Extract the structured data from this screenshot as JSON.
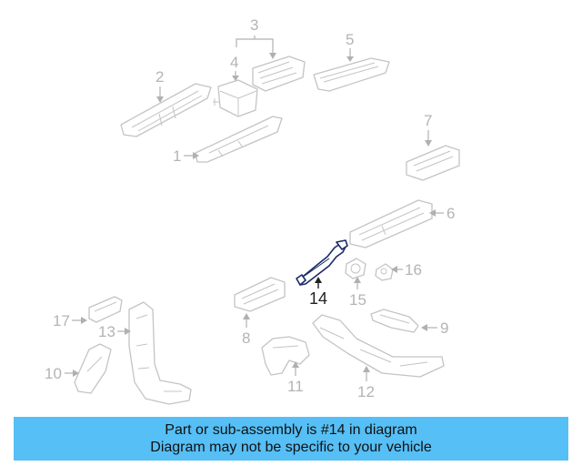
{
  "callouts": {
    "c1": "1",
    "c2": "2",
    "c3": "3",
    "c4": "4",
    "c5": "5",
    "c6": "6",
    "c7": "7",
    "c8": "8",
    "c9": "9",
    "c10": "10",
    "c11": "11",
    "c12": "12",
    "c13": "13",
    "c14": "14",
    "c15": "15",
    "c16": "16",
    "c17": "17"
  },
  "highlight_part": "14",
  "colors": {
    "banner": "#56bff5",
    "highlight": "#1a2a66",
    "faded": "#c4c4c4"
  },
  "banner": {
    "line1": "Part or sub-assembly is #14 in diagram",
    "line2": "Diagram may not be specific to your vehicle"
  }
}
